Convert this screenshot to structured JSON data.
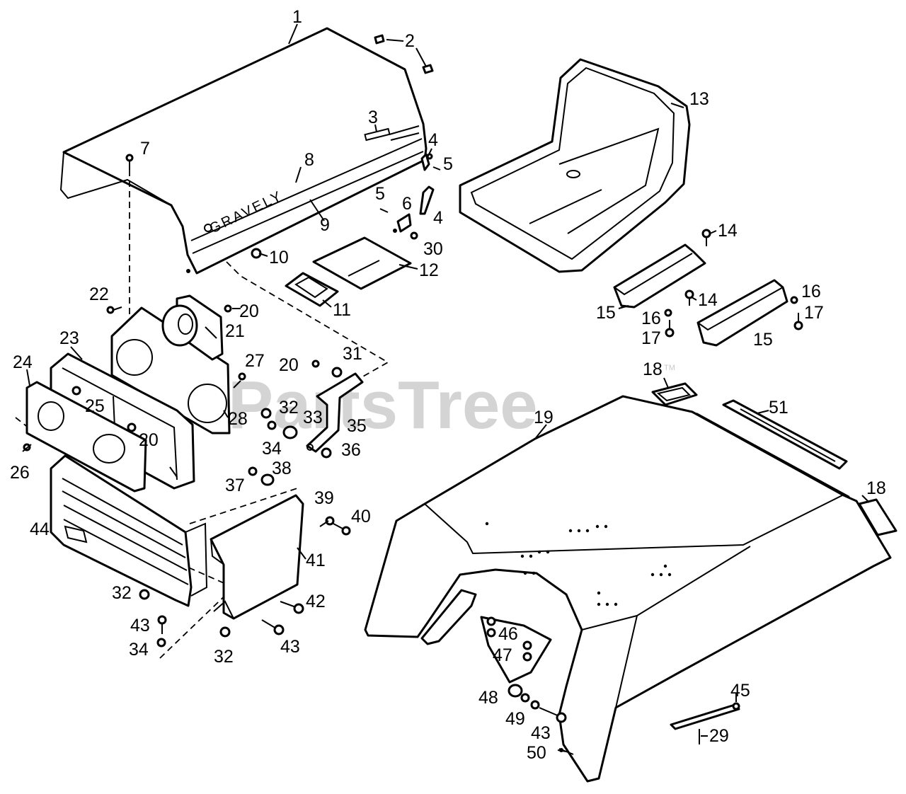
{
  "watermark": {
    "text": "PartsTree",
    "mark": "TM"
  },
  "hood": {
    "brand_text": "GRAVELY"
  },
  "callouts": [
    {
      "id": "c1",
      "label": "1"
    },
    {
      "id": "c2",
      "label": "2"
    },
    {
      "id": "c3",
      "label": "3"
    },
    {
      "id": "c4a",
      "label": "4"
    },
    {
      "id": "c4b",
      "label": "4"
    },
    {
      "id": "c5a",
      "label": "5"
    },
    {
      "id": "c5b",
      "label": "5"
    },
    {
      "id": "c6",
      "label": "6"
    },
    {
      "id": "c7",
      "label": "7"
    },
    {
      "id": "c8",
      "label": "8"
    },
    {
      "id": "c9",
      "label": "9"
    },
    {
      "id": "c10",
      "label": "10"
    },
    {
      "id": "c11",
      "label": "11"
    },
    {
      "id": "c12",
      "label": "12"
    },
    {
      "id": "c13",
      "label": "13"
    },
    {
      "id": "c14a",
      "label": "14"
    },
    {
      "id": "c14b",
      "label": "14"
    },
    {
      "id": "c15a",
      "label": "15"
    },
    {
      "id": "c15b",
      "label": "15"
    },
    {
      "id": "c16a",
      "label": "16"
    },
    {
      "id": "c16b",
      "label": "16"
    },
    {
      "id": "c17a",
      "label": "17"
    },
    {
      "id": "c17b",
      "label": "17"
    },
    {
      "id": "c18a",
      "label": "18"
    },
    {
      "id": "c18b",
      "label": "18"
    },
    {
      "id": "c19",
      "label": "19"
    },
    {
      "id": "c20a",
      "label": "20"
    },
    {
      "id": "c20b",
      "label": "20"
    },
    {
      "id": "c20c",
      "label": "20"
    },
    {
      "id": "c21",
      "label": "21"
    },
    {
      "id": "c22",
      "label": "22"
    },
    {
      "id": "c23",
      "label": "23"
    },
    {
      "id": "c24",
      "label": "24"
    },
    {
      "id": "c25",
      "label": "25"
    },
    {
      "id": "c26",
      "label": "26"
    },
    {
      "id": "c27",
      "label": "27"
    },
    {
      "id": "c28",
      "label": "28"
    },
    {
      "id": "c29",
      "label": "29"
    },
    {
      "id": "c30",
      "label": "30"
    },
    {
      "id": "c31",
      "label": "31"
    },
    {
      "id": "c32a",
      "label": "32"
    },
    {
      "id": "c32b",
      "label": "32"
    },
    {
      "id": "c32c",
      "label": "32"
    },
    {
      "id": "c33",
      "label": "33"
    },
    {
      "id": "c34a",
      "label": "34"
    },
    {
      "id": "c34b",
      "label": "34"
    },
    {
      "id": "c35",
      "label": "35"
    },
    {
      "id": "c36",
      "label": "36"
    },
    {
      "id": "c37",
      "label": "37"
    },
    {
      "id": "c38",
      "label": "38"
    },
    {
      "id": "c39",
      "label": "39"
    },
    {
      "id": "c40",
      "label": "40"
    },
    {
      "id": "c41",
      "label": "41"
    },
    {
      "id": "c42",
      "label": "42"
    },
    {
      "id": "c43a",
      "label": "43"
    },
    {
      "id": "c43b",
      "label": "43"
    },
    {
      "id": "c43c",
      "label": "43"
    },
    {
      "id": "c44",
      "label": "44"
    },
    {
      "id": "c45",
      "label": "45"
    },
    {
      "id": "c46",
      "label": "46"
    },
    {
      "id": "c47",
      "label": "47"
    },
    {
      "id": "c48",
      "label": "48"
    },
    {
      "id": "c49",
      "label": "49"
    },
    {
      "id": "c50",
      "label": "50"
    },
    {
      "id": "c51",
      "label": "51"
    }
  ]
}
